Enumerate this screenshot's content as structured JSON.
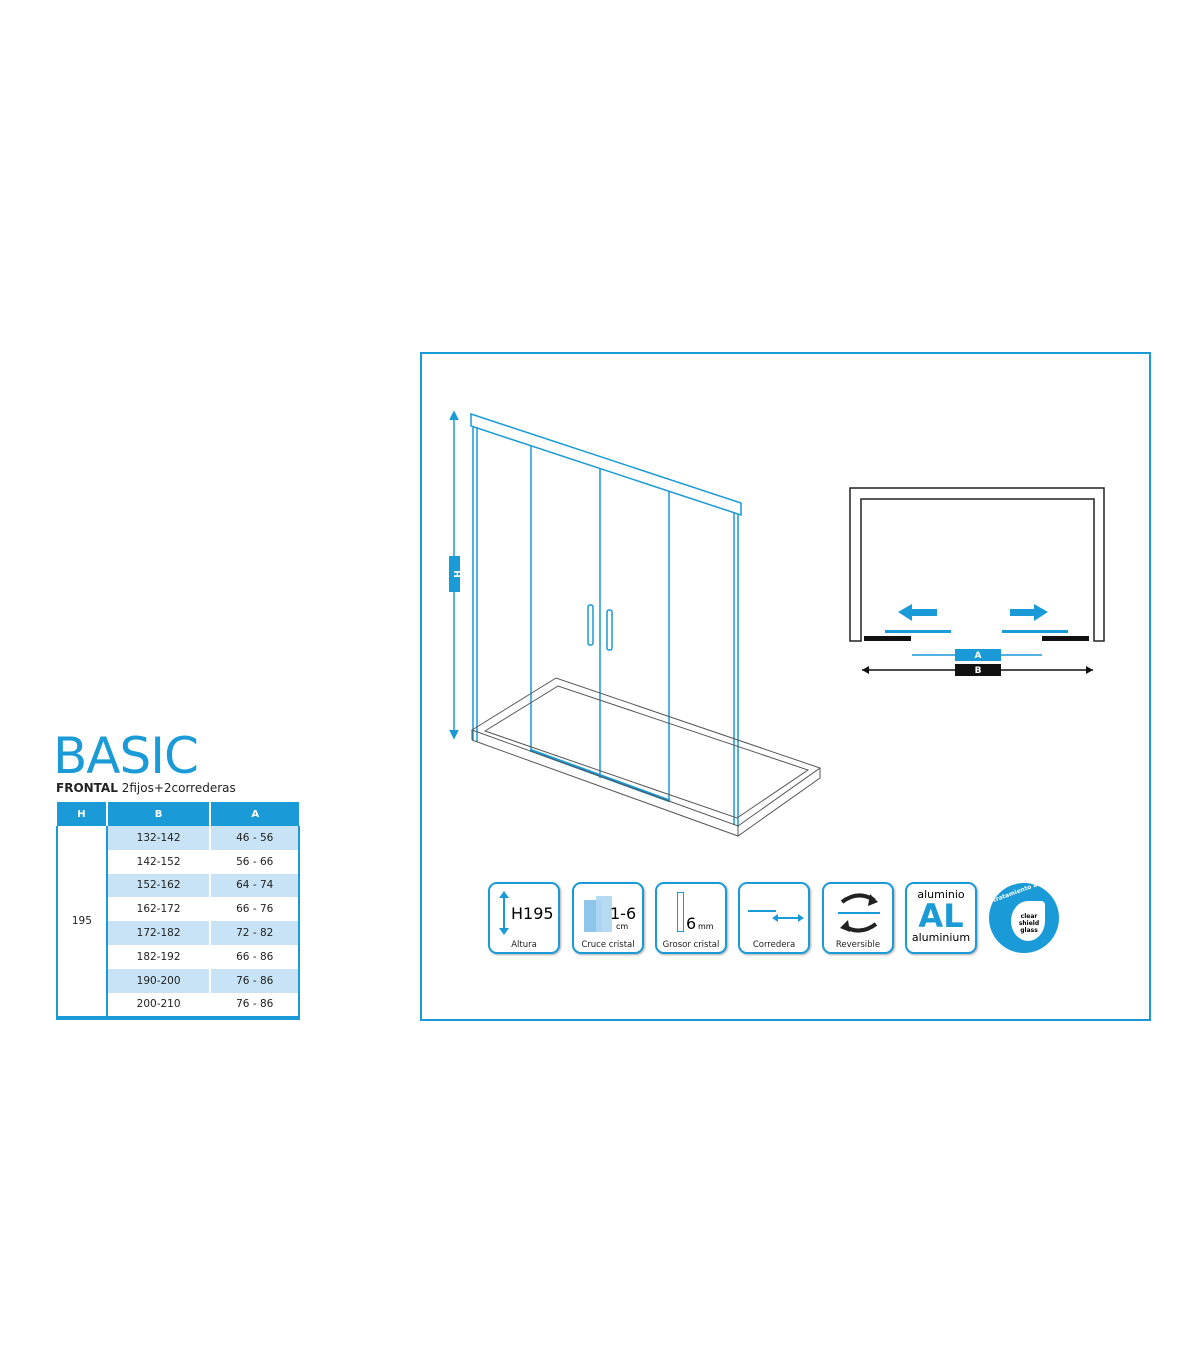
{
  "product": {
    "name": "BASIC",
    "type": "FRONTAL",
    "config": "2fijos+2correderas"
  },
  "table": {
    "headers": [
      "H",
      "B",
      "A"
    ],
    "h_value": "195",
    "rows": [
      {
        "b": "132-142",
        "a": "46 - 56"
      },
      {
        "b": "142-152",
        "a": "56 - 66"
      },
      {
        "b": "152-162",
        "a": "64 - 74"
      },
      {
        "b": "162-172",
        "a": "66 - 76"
      },
      {
        "b": "172-182",
        "a": "72 - 82"
      },
      {
        "b": "182-192",
        "a": "66 - 86"
      },
      {
        "b": "190-200",
        "a": "76 - 86"
      },
      {
        "b": "200-210",
        "a": "76 - 86"
      }
    ]
  },
  "diagram": {
    "height_label": "H",
    "a_label": "A",
    "b_label": "B"
  },
  "features": {
    "altura": {
      "value": "H195",
      "label": "Altura"
    },
    "cruce": {
      "value": "1-6",
      "unit": "cm",
      "label": "Cruce cristal"
    },
    "grosor": {
      "value": "6",
      "unit": "mm",
      "label": "Grosor cristal"
    },
    "corredera": {
      "label": "Corredera"
    },
    "reversible": {
      "label": "Reversible"
    },
    "aluminio": {
      "top": "aluminio",
      "mark": "AL",
      "bottom": "aluminium"
    },
    "badge": {
      "arc": "tratamiento antical",
      "inner": "clear shield glass"
    }
  },
  "colors": {
    "accent": "#1a9ad6",
    "light": "#c7e3f5"
  }
}
